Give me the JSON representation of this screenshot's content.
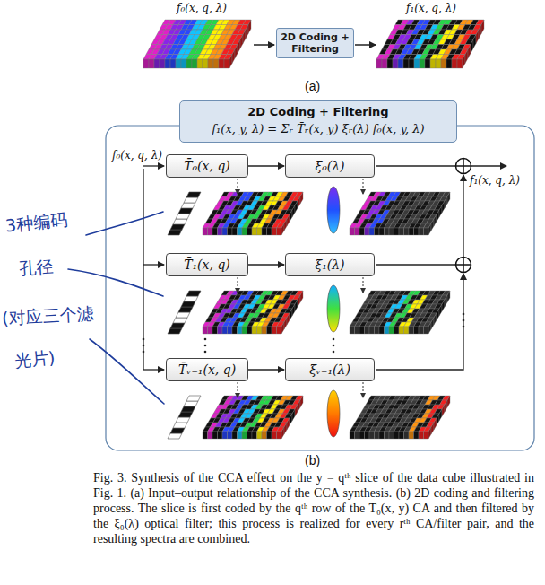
{
  "diagram": {
    "caption": "Fig. 3. Synthesis of the CCA effect on the y = qᵗʰ slice of the data cube illustrated in Fig. 1. (a) Input–output relationship of the CCA synthesis. (b) 2D coding and filtering process. The slice is first coded by the qᵗʰ row of the T̄₀(x, y) CA and then filtered by the ξ₀(λ) optical filter; this process is realized for every rᵗʰ CA/filter pair, and the resulting spectra are combined.",
    "nodes": [
      {
        "text": [
          "2D Coding + Filtering"
        ]
      },
      {
        "text": [
          "2D Coding + Filtering",
          "f₁(x, y, λ) = Σᵣ T̄ᵣ(x, y) ξᵣ(λ) f₀(x, y, λ)"
        ]
      },
      {
        "text": [
          "T̄₀(x, q)"
        ]
      },
      {
        "text": [
          "ξ₀(λ)"
        ]
      },
      {
        "text": [
          "T̄₁(x, q)"
        ]
      },
      {
        "text": [
          "ξ₁(λ)"
        ]
      },
      {
        "text": [
          "T̄ᵥ₋₁(x, q)"
        ]
      },
      {
        "text": [
          "ξᵥ₋₁(λ)"
        ]
      }
    ],
    "edges": [
      {
        "from": 2,
        "to": 3,
        "arrow": "to"
      },
      {
        "from": 4,
        "to": 5,
        "arrow": "to"
      },
      {
        "from": 6,
        "to": 7,
        "arrow": "to"
      }
    ],
    "labels": [
      "f₀(x, q, λ)",
      "f₁(x, q, λ)",
      "(a)",
      "f₀(x, q, λ)",
      "f₁(x, q, λ)",
      "3种编码",
      "孔径",
      "(对应三个滤",
      "光片)",
      "(b)"
    ]
  }
}
